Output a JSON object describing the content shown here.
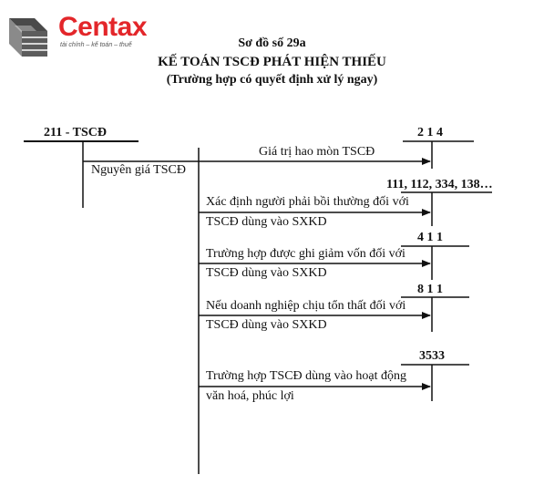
{
  "logo": {
    "name": "Centax",
    "tagline": "tài chính – kế toán – thuế",
    "colors": {
      "brand": "#e3262a",
      "mark": "#4a4a4a"
    }
  },
  "title": {
    "line1": "Sơ đồ số 29a",
    "line2": "KẾ TOÁN TSCĐ PHÁT HIỆN THIẾU",
    "line3": "(Trường hợp có quyết định xử lý ngay)"
  },
  "accounts": {
    "source": "211 - TSCĐ",
    "a214": "2 1 4",
    "a111": "111, 112, 334, 138…",
    "a411": "4 1 1",
    "a811": "8 1 1",
    "a3533": "3533"
  },
  "labels": {
    "nguyen_gia": "Nguyên giá TSCĐ",
    "hao_mon": "Giá trị hao mòn TSCĐ",
    "boi_thuong_1": "Xác định người phải bồi thường đối với",
    "boi_thuong_2": "TSCĐ dùng vào SXKD",
    "giam_von_1": "Trường hợp được ghi giảm vốn đối với",
    "giam_von_2": "TSCĐ dùng vào SXKD",
    "ton_that_1": "Nếu doanh nghiệp chịu tổn thất đối với",
    "ton_that_2": "TSCĐ dùng vào SXKD",
    "phuc_loi_1": "Trường hợp TSCĐ dùng vào hoạt động",
    "phuc_loi_2": "văn hoá, phúc lợi"
  }
}
